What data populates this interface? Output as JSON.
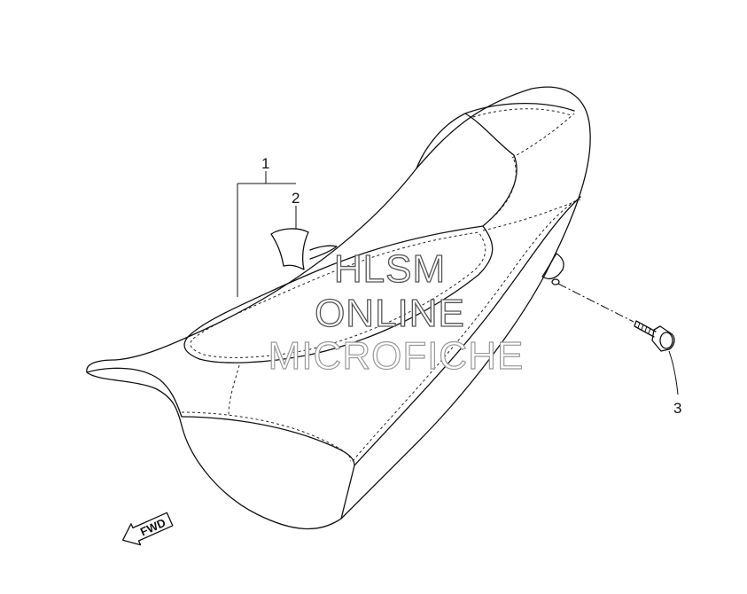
{
  "callouts": [
    {
      "id": "1",
      "label": "1"
    },
    {
      "id": "2",
      "label": "2"
    },
    {
      "id": "3",
      "label": "3"
    }
  ],
  "watermark": {
    "line1": "HLSM",
    "line2": "ONLINE",
    "line3": "MICROFICHE"
  },
  "direction_arrow": {
    "label": "FWD"
  }
}
